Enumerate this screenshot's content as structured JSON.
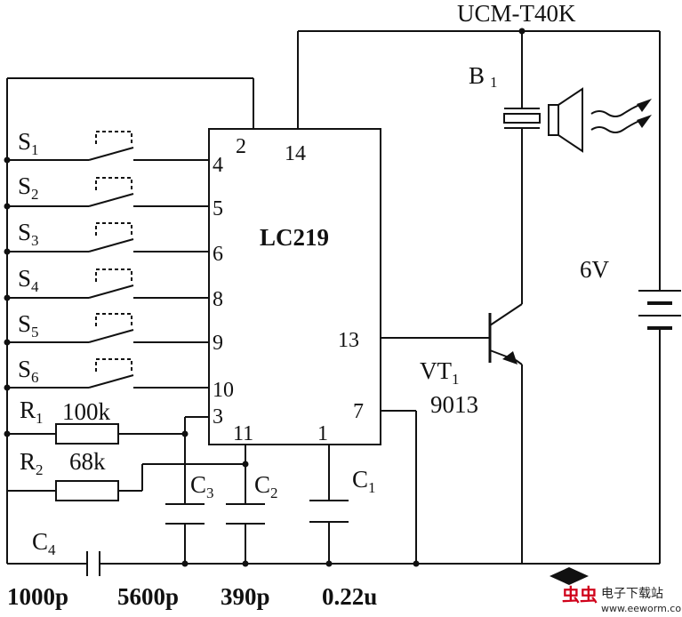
{
  "ic": {
    "part": "LC219",
    "pins": {
      "p2": "2",
      "p14": "14",
      "p4": "4",
      "p5": "5",
      "p6": "6",
      "p8": "8",
      "p9": "9",
      "p10": "10",
      "p3": "3",
      "p11": "11",
      "p1": "1",
      "p7": "7",
      "p13": "13"
    }
  },
  "transducer": {
    "model": "UCM-T40K",
    "ref": "B",
    "ref_sub": "1"
  },
  "battery": {
    "voltage": "6V"
  },
  "transistor": {
    "ref": "VT",
    "ref_sub": "1",
    "model": "9013"
  },
  "switches": [
    {
      "ref": "S",
      "sub": "1"
    },
    {
      "ref": "S",
      "sub": "2"
    },
    {
      "ref": "S",
      "sub": "3"
    },
    {
      "ref": "S",
      "sub": "4"
    },
    {
      "ref": "S",
      "sub": "5"
    },
    {
      "ref": "S",
      "sub": "6"
    }
  ],
  "resistors": [
    {
      "ref": "R",
      "sub": "1",
      "value": "100k"
    },
    {
      "ref": "R",
      "sub": "2",
      "value": "68k"
    }
  ],
  "capacitors": [
    {
      "ref": "C",
      "sub": "1"
    },
    {
      "ref": "C",
      "sub": "2"
    },
    {
      "ref": "C",
      "sub": "3"
    },
    {
      "ref": "C",
      "sub": "4"
    }
  ],
  "bottom_values": [
    "1000p",
    "5600p",
    "390p",
    "0.22u"
  ],
  "watermark": {
    "cn_logo": "虫虫",
    "cn_text": "电子下载站",
    "url": "www.eeworm.com"
  }
}
